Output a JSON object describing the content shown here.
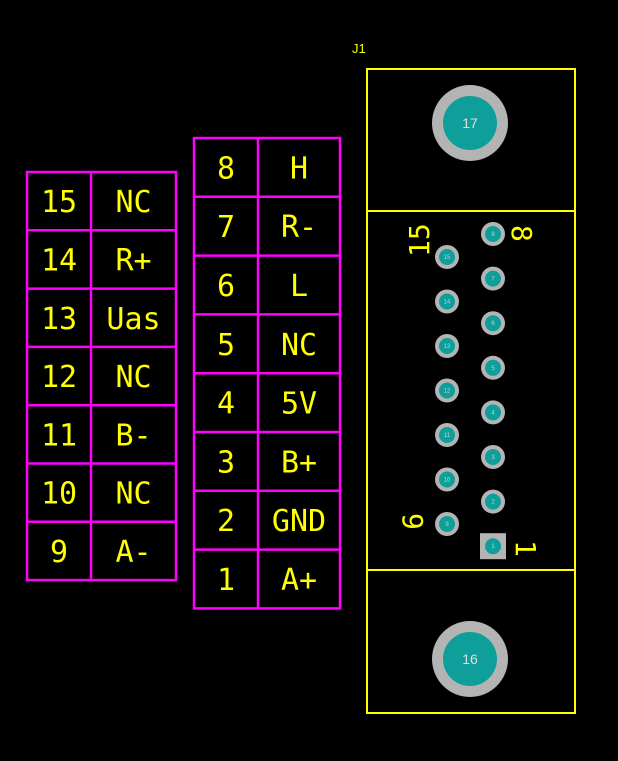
{
  "colors": {
    "background": "#000000",
    "table_line": "#ff00ff",
    "text": "#ffff00",
    "outline": "#ffff00",
    "pad_ring": "#b4b4b4",
    "pad_fill": "#0e9f9b",
    "square_pad": "#b4b4b4"
  },
  "left_table": {
    "rows": [
      {
        "num": "15",
        "label": "NC"
      },
      {
        "num": "14",
        "label": "R+"
      },
      {
        "num": "13",
        "label": "Uas"
      },
      {
        "num": "12",
        "label": "NC"
      },
      {
        "num": "11",
        "label": "B-"
      },
      {
        "num": "10",
        "label": "NC"
      },
      {
        "num": "9",
        "label": "A-"
      }
    ]
  },
  "right_table": {
    "rows": [
      {
        "num": "8",
        "label": "H"
      },
      {
        "num": "7",
        "label": "R-"
      },
      {
        "num": "6",
        "label": "L"
      },
      {
        "num": "5",
        "label": "NC"
      },
      {
        "num": "4",
        "label": "5V"
      },
      {
        "num": "3",
        "label": "B+"
      },
      {
        "num": "2",
        "label": "GND"
      },
      {
        "num": "1",
        "label": "A+"
      }
    ]
  },
  "connector": {
    "designator": "J1",
    "mount_holes": [
      {
        "label": "17"
      },
      {
        "label": "16"
      }
    ],
    "silk_labels": {
      "pin15": "15",
      "pin8": "8",
      "pin9": "9",
      "pin1": "1"
    },
    "pad_labels": {
      "col_left": [
        "15",
        "14",
        "13",
        "12",
        "11",
        "10",
        "9"
      ],
      "col_right": [
        "8",
        "7",
        "6",
        "5",
        "4",
        "3",
        "2",
        "1"
      ]
    }
  }
}
